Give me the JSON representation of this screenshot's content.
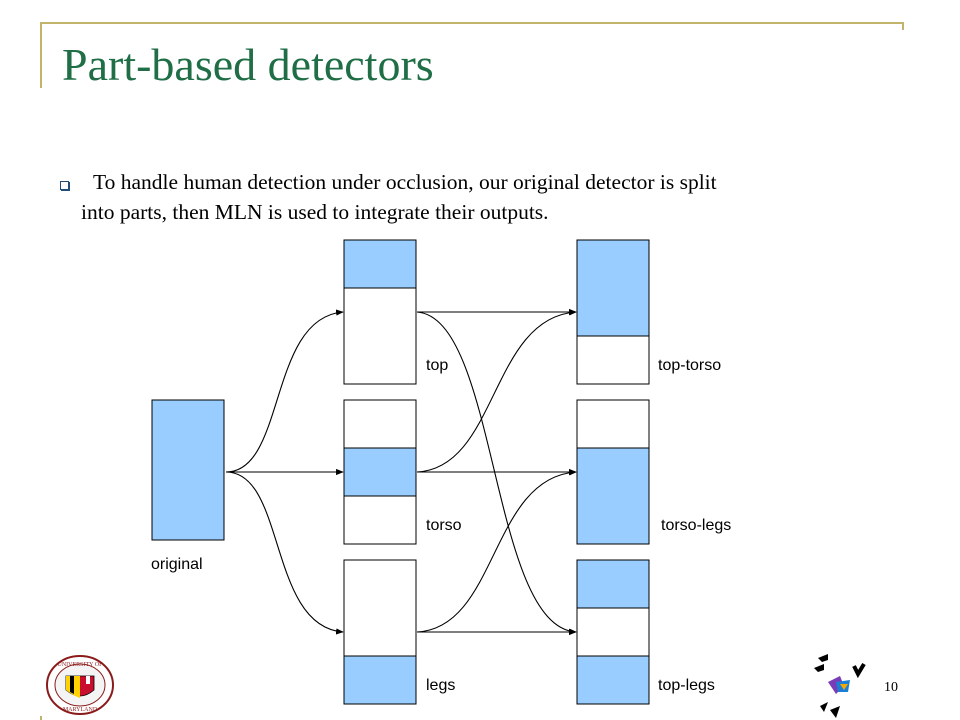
{
  "slide": {
    "title": "Part-based detectors",
    "bullet": {
      "line1": "To handle human detection under occlusion, our original detector is split",
      "line2": "into parts, then MLN is used to integrate their outputs."
    },
    "page_number": "10"
  },
  "diagram": {
    "labels": {
      "original": "original",
      "top": "top",
      "torso": "torso",
      "legs": "legs",
      "top_torso": "top-torso",
      "torso_legs": "torso-legs",
      "top_legs": "top-legs"
    }
  },
  "logos": {
    "seal_text_top": "UNIVERSITY OF",
    "seal_text_bottom": "MARYLAND"
  },
  "colors": {
    "title": "#1f6e46",
    "frame": "#c2b46a",
    "part_fill": "#99ccff"
  }
}
